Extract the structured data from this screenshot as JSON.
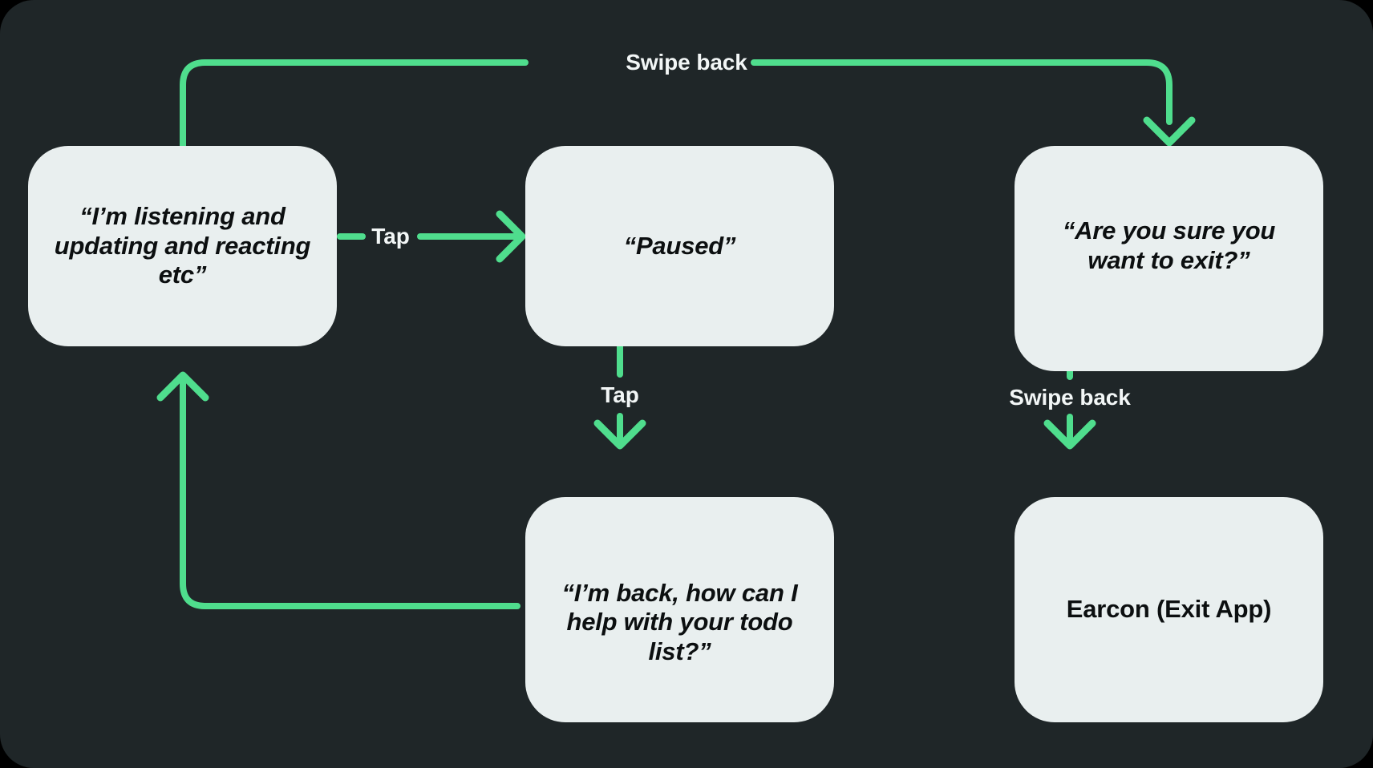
{
  "canvas": {
    "background_color": "#1F2628",
    "node_fill_color": "#E9EFEF",
    "accent_color": "#4FDD8D",
    "node_text_color": "#0C0F10",
    "edge_label_color": "#F2F6F6"
  },
  "nodes": {
    "listening": {
      "label": "“I’m listening and\nupdating and reacting\netc”"
    },
    "paused": {
      "label": "“Paused”"
    },
    "exit_confirm": {
      "label": "“Are you sure you\nwant to exit?”"
    },
    "back": {
      "label": "“I’m back, how can I\nhelp with your todo\nlist?”"
    },
    "earcon": {
      "label": "Earcon (Exit App)"
    }
  },
  "edges": {
    "swipe_back_top": {
      "label": "Swipe back",
      "from": "exit_confirm",
      "to": "listening"
    },
    "tap_horizontal": {
      "label": "Tap",
      "from": "listening",
      "to": "paused"
    },
    "tap_vertical": {
      "label": "Tap",
      "from": "paused",
      "to": "back"
    },
    "swipe_back_right": {
      "label": "Swipe back",
      "from": "exit_confirm",
      "to": "earcon"
    },
    "loop_back_to_listening": {
      "label": "",
      "from": "back",
      "to": "listening"
    }
  }
}
